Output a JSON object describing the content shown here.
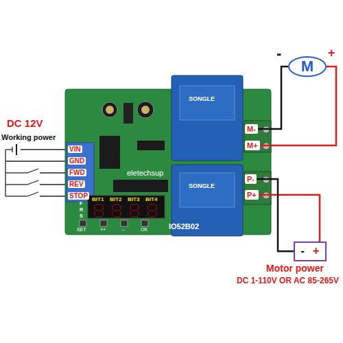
{
  "diagram": {
    "nodes": [
      {
        "text": [
          "M"
        ]
      },
      {
        "text": [
          "M-"
        ]
      },
      {
        "text": [
          "M+"
        ]
      },
      {
        "text": [
          "P-"
        ]
      },
      {
        "text": [
          "P+"
        ]
      },
      {
        "text": [
          "-",
          "+"
        ]
      }
    ],
    "edges": [
      {
        "from": 0,
        "to": 1,
        "arrow": "none"
      },
      {
        "from": 0,
        "to": 2,
        "arrow": "none"
      },
      {
        "from": 4,
        "to": 5,
        "arrow": "none"
      },
      {
        "from": 3,
        "to": 5,
        "arrow": "none"
      }
    ],
    "labels": [
      "DC 12V",
      "Working power",
      "VIN",
      "GND",
      "FWD",
      "REV",
      "STOP",
      "F",
      "R",
      "S",
      "BIT1",
      "BIT2",
      "BIT3",
      "BIT4",
      "SET",
      "++",
      "--",
      "OK",
      "eletechsup",
      "IO52B02",
      "SONGLE",
      "SONGLE",
      "-",
      "+",
      "Motor power",
      "DC 1-110V OR AC 85-265V"
    ]
  }
}
